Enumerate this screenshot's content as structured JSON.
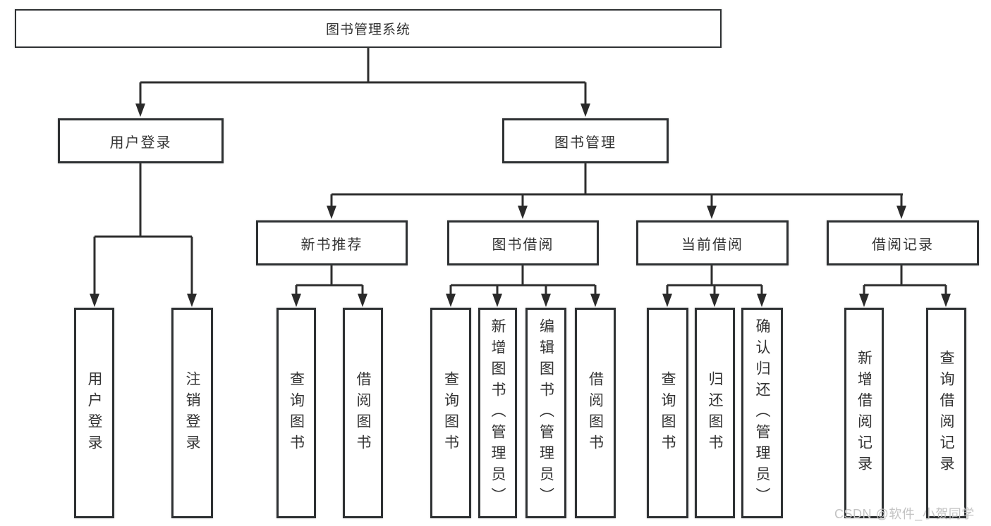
{
  "diagram": {
    "title_note": "functional structure tree of a library management system",
    "root": {
      "label": "图书管理系统"
    },
    "level2": [
      {
        "label": "用户登录"
      },
      {
        "label": "图书管理"
      }
    ],
    "level3": [
      {
        "label": "新书推荐"
      },
      {
        "label": "图书借阅"
      },
      {
        "label": "当前借阅"
      },
      {
        "label": "借阅记录"
      }
    ],
    "leaves": [
      {
        "label": "用户登录"
      },
      {
        "label": "注销登录"
      },
      {
        "label": "查询图书"
      },
      {
        "label": "借阅图书"
      },
      {
        "label": "查询图书"
      },
      {
        "label": "新增图书（管理员）"
      },
      {
        "label": "编辑图书（管理员）"
      },
      {
        "label": "借阅图书"
      },
      {
        "label": "查询图书"
      },
      {
        "label": "归还图书"
      },
      {
        "label": "确认归还（管理员）"
      },
      {
        "label": "新增借阅记录"
      },
      {
        "label": "查询借阅记录"
      }
    ],
    "watermark": "CSDN @软件_小贺同学",
    "colors": {
      "background": "#ffffff",
      "box_border": "#2e3133",
      "line": "#2e2e2e",
      "text": "#333333",
      "watermark": "#c3c3c3"
    }
  }
}
